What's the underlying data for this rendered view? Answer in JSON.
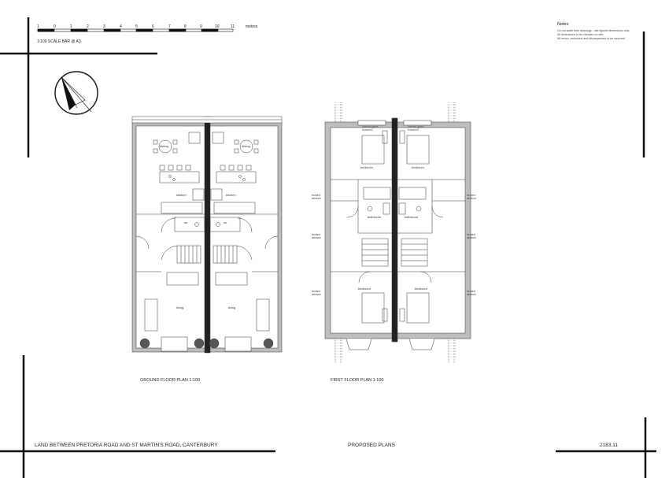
{
  "scale_bar": {
    "ticks": [
      "1",
      "0",
      "1",
      "2",
      "3",
      "4",
      "5",
      "6",
      "7",
      "8",
      "9",
      "10",
      "11"
    ],
    "unit": "metres",
    "caption": "1:100 SCALE BAR @ A3"
  },
  "notes": {
    "title": "Notes",
    "lines": [
      "Do not scale from drawings - use figured dimensions only.",
      "All dimensions to be checked on site.",
      "All errors, omissions and discrepancies to be reported."
    ]
  },
  "ground_floor": {
    "caption": "GROUND FLOOR PLAN 1:100",
    "rooms": {
      "dining_left": "dining",
      "dining_right": "dining",
      "kitchen_left": "kitchen",
      "kitchen_right": "kitchen",
      "wc_left": "wc",
      "wc_right": "wc",
      "living_left": "living",
      "living_right": "living"
    }
  },
  "first_floor": {
    "caption": "FIRST FLOOR PLAN 1:100",
    "rooms": {
      "bedroom_tl": "bedroom",
      "bedroom_tr": "bedroom",
      "bathroom_left": "bathroom",
      "bathroom_right": "bathroom",
      "bedroom_bl": "bedroom",
      "bedroom_br": "bedroom"
    },
    "labels": {
      "frosted": "frosted window",
      "internal_glass": "internal glass louvered"
    }
  },
  "title_block": {
    "project": "LAND BETWEEN PRETORIA ROAD AND ST MARTIN'S ROAD, CANTERBURY",
    "drawing": "PROPOSED PLANS",
    "number": "2183.11"
  }
}
